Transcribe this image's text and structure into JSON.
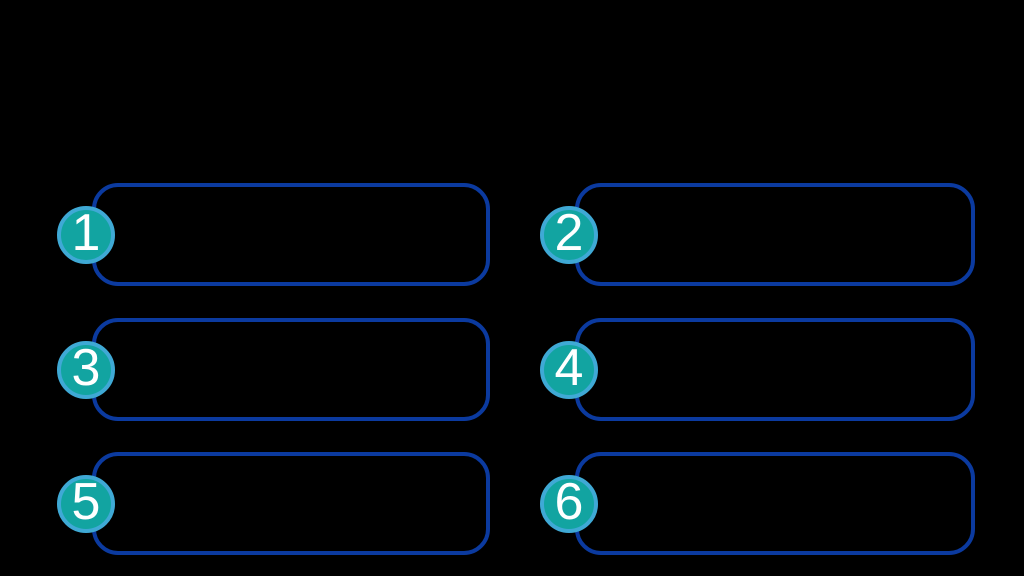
{
  "canvas": {
    "description": "numbered-list-template",
    "background": "#000000"
  },
  "palette": {
    "box_border": "#0b3a9f",
    "circle_fill": "#12a4a1",
    "circle_ring": "#3fa9d5",
    "number_color": "#ffffff"
  },
  "items": [
    {
      "number": "1",
      "text": ""
    },
    {
      "number": "2",
      "text": ""
    },
    {
      "number": "3",
      "text": ""
    },
    {
      "number": "4",
      "text": ""
    },
    {
      "number": "5",
      "text": ""
    },
    {
      "number": "6",
      "text": ""
    }
  ]
}
